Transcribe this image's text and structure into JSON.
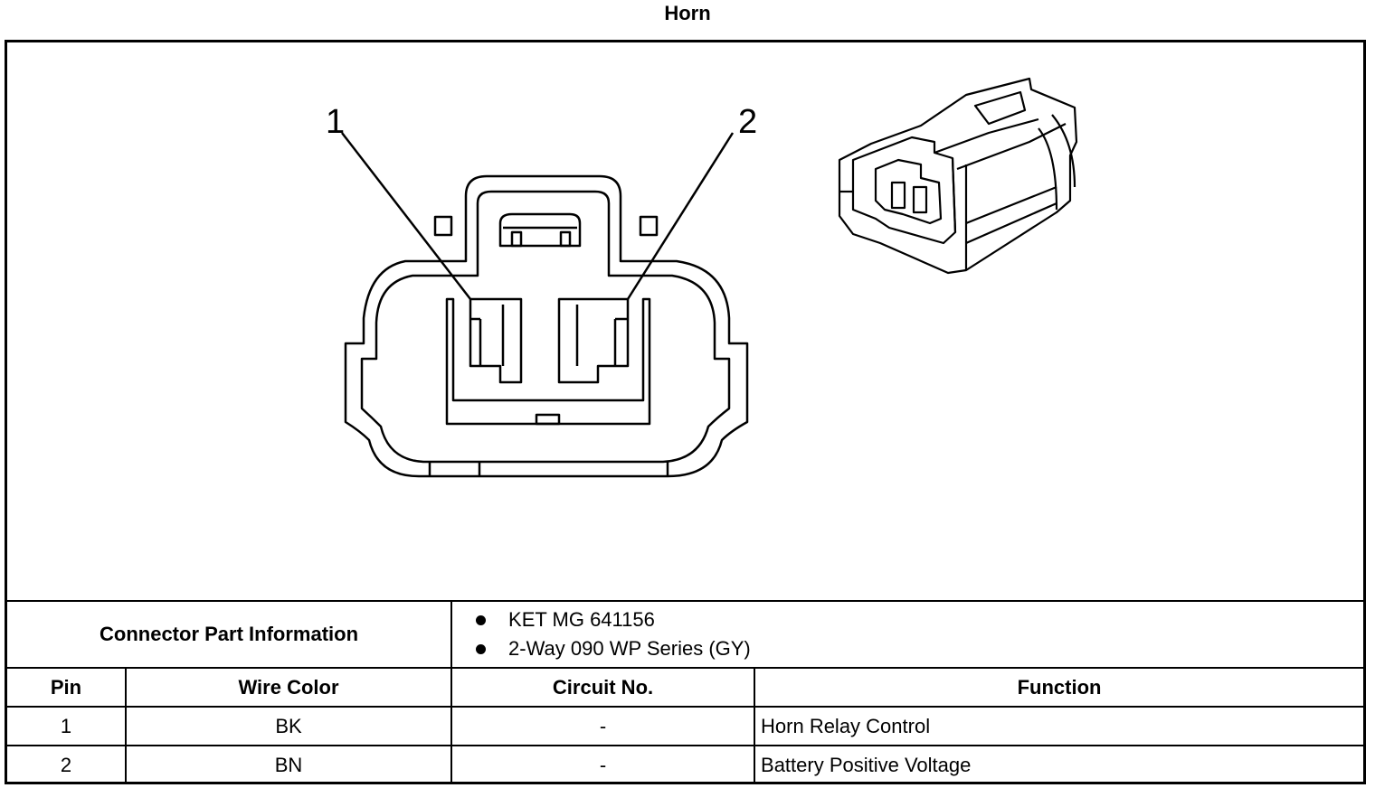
{
  "title": "Horn",
  "diagram": {
    "pin_labels": [
      "1",
      "2"
    ]
  },
  "connector_part_information": {
    "label": "Connector Part Information",
    "items": [
      "KET MG 641156",
      "2-Way 090 WP Series (GY)"
    ]
  },
  "table": {
    "headers": [
      "Pin",
      "Wire Color",
      "Circuit No.",
      "Function"
    ],
    "rows": [
      {
        "pin": "1",
        "wire_color": "BK",
        "circuit_no": "-",
        "function": "Horn Relay Control"
      },
      {
        "pin": "2",
        "wire_color": "BN",
        "circuit_no": "-",
        "function": "Battery Positive Voltage"
      }
    ]
  }
}
